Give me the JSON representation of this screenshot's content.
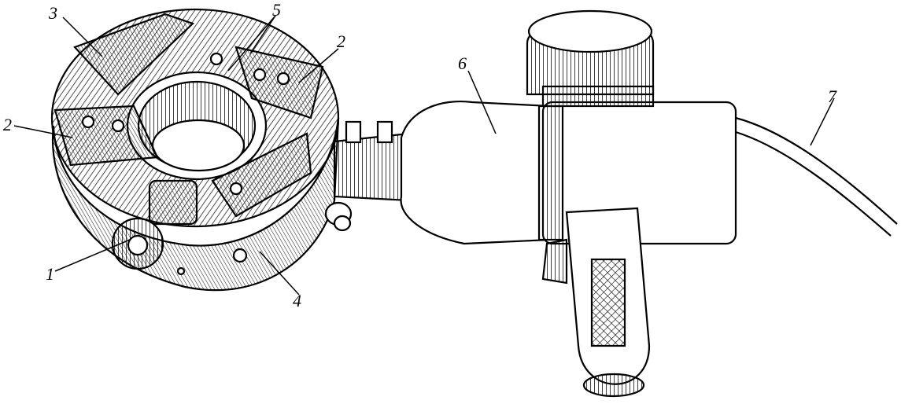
{
  "figure": {
    "description_free": true,
    "callouts": [
      {
        "id": "c1",
        "label": "1"
      },
      {
        "id": "c2a",
        "label": "2"
      },
      {
        "id": "c2b",
        "label": "2"
      },
      {
        "id": "c3",
        "label": "3"
      },
      {
        "id": "c4",
        "label": "4"
      },
      {
        "id": "c5",
        "label": "5"
      },
      {
        "id": "c6",
        "label": "6"
      },
      {
        "id": "c7",
        "label": "7"
      }
    ],
    "colors": {
      "ink": "#000000",
      "paper": "#ffffff",
      "hatch": "#333333"
    }
  }
}
